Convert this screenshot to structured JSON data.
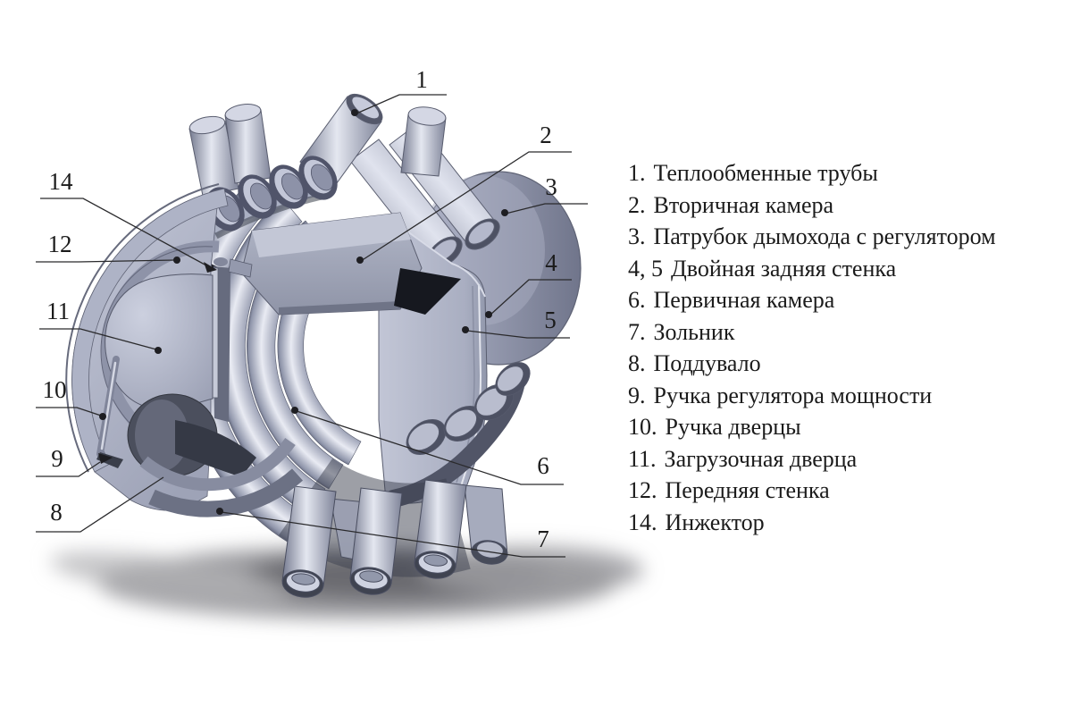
{
  "figure": {
    "type": "technical-cutaway-diagram",
    "callouts": [
      "1",
      "2",
      "3",
      "4",
      "5",
      "6",
      "7",
      "8",
      "9",
      "10",
      "11",
      "12",
      "14"
    ],
    "legend": {
      "items": [
        {
          "num": "1.",
          "label": "Теплообменные трубы"
        },
        {
          "num": "2.",
          "label": "Вторичная камера"
        },
        {
          "num": "3.",
          "label": "Патрубок дымохода с регулятором"
        },
        {
          "num": "4, 5",
          "label": "Двойная задняя стенка"
        },
        {
          "num": "6.",
          "label": "Первичная камера"
        },
        {
          "num": "7.",
          "label": "Зольник"
        },
        {
          "num": "8.",
          "label": "Поддувало"
        },
        {
          "num": "9.",
          "label": "Ручка регулятора мощности"
        },
        {
          "num": "10.",
          "label": "Ручка дверцы"
        },
        {
          "num": "11.",
          "label": "Загрузочная дверца"
        },
        {
          "num": "12.",
          "label": "Передняя стенка"
        },
        {
          "num": "14.",
          "label": "Инжектор"
        }
      ]
    },
    "colors": {
      "background": "#ffffff",
      "text": "#1b1b1b",
      "leader_line": "#2a2a2c",
      "steel_light": "#e8eaf2",
      "steel_mid": "#b7bccf",
      "steel_dark": "#7c8197",
      "detail_dark": "#3a3e4a"
    }
  }
}
